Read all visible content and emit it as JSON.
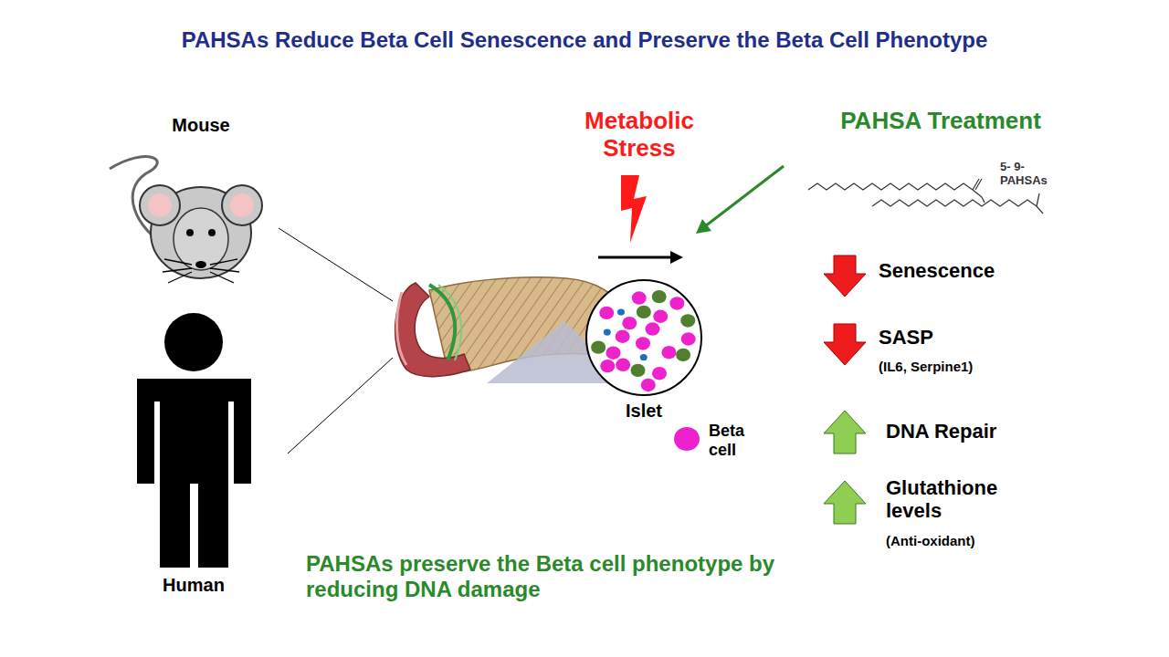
{
  "diagram": {
    "title": "PAHSAs Reduce Beta Cell Senescence and Preserve the Beta Cell Phenotype",
    "caption": "PAHSAs preserve the Beta cell phenotype by reducing DNA damage",
    "nodes": [
      {
        "text": [
          "Islet"
        ]
      }
    ],
    "labels": [
      "Mouse",
      "Human",
      "Metabolic Stress",
      "PAHSA Treatment",
      "5- 9- PAHSAs",
      "Senescence",
      "SASP",
      "(IL6, Serpine1)",
      "DNA Repair",
      "Glutathione levels",
      "(Anti-oxidant)"
    ],
    "legend": [
      {
        "text": "Beta cell",
        "color": "#ee22cc"
      }
    ]
  }
}
